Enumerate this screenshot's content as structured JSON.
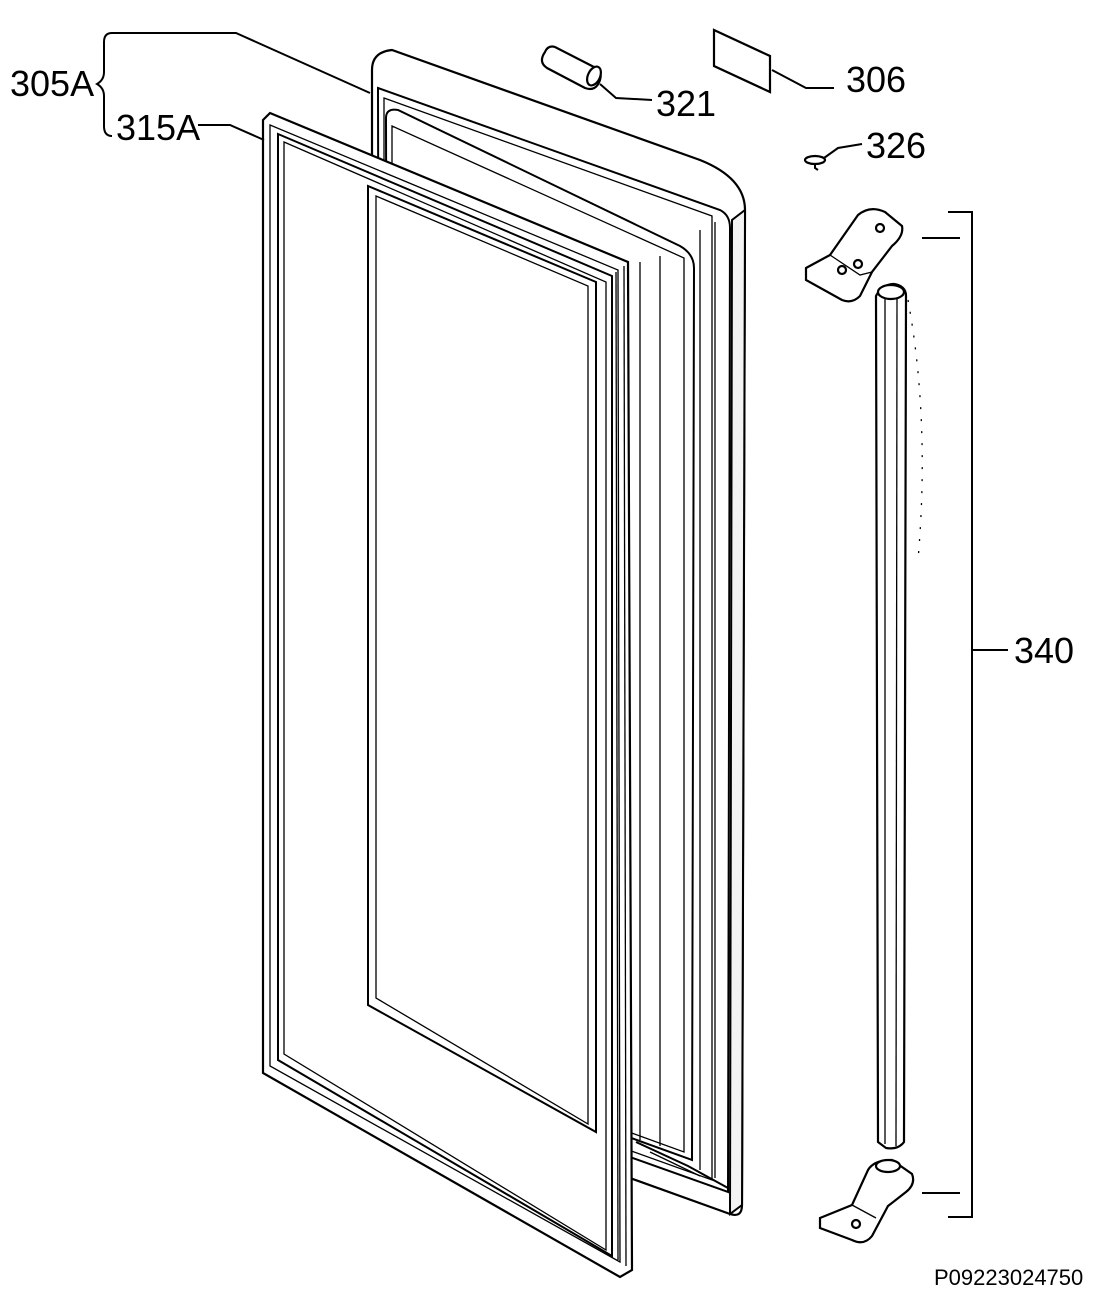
{
  "diagram": {
    "reference_code": "P09223024750",
    "callouts": [
      {
        "id": "305A",
        "text": "305A"
      },
      {
        "id": "315A",
        "text": "315A"
      },
      {
        "id": "321",
        "text": "321"
      },
      {
        "id": "306",
        "text": "306"
      },
      {
        "id": "326",
        "text": "326"
      },
      {
        "id": "340",
        "text": "340"
      }
    ]
  }
}
